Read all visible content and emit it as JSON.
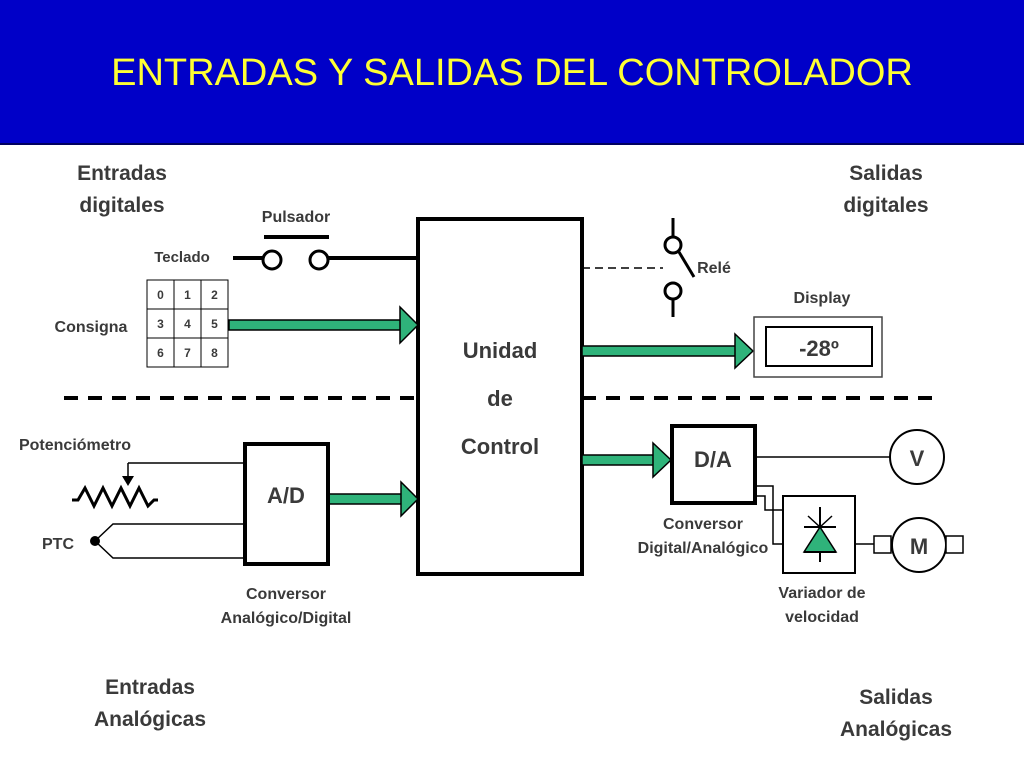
{
  "title": "ENTRADAS Y SALIDAS DEL CONTROLADOR",
  "colors": {
    "header": "#0000c8",
    "title": "#ffff33",
    "arrow": "#2fb37a",
    "triac": "#2fb37a"
  },
  "sections": {
    "digital_inputs": [
      "Entradas",
      "digitales"
    ],
    "digital_outputs": [
      "Salidas",
      "digitales"
    ],
    "analog_inputs": [
      "Entradas",
      "Analógicas"
    ],
    "analog_outputs": [
      "Salidas",
      "Analógicas"
    ]
  },
  "labels": {
    "pulsador": "Pulsador",
    "teclado": "Teclado",
    "consigna": "Consigna",
    "potenciometro": "Potenciómetro",
    "ptc": "PTC",
    "rele": "Relé",
    "display": "Display",
    "display_value": "-28º",
    "control_unit": [
      "Unidad",
      "de",
      "Control"
    ],
    "ad": "A/D",
    "ad_caption": [
      "Conversor",
      "Analógico/Digital"
    ],
    "da": "D/A",
    "da_caption": [
      "Conversor",
      "Digital/Analógico"
    ],
    "voltmeter": "V",
    "motor": "M",
    "variador": [
      "Variador de",
      "velocidad"
    ]
  },
  "keypad": [
    "0",
    "1",
    "2",
    "3",
    "4",
    "5",
    "6",
    "7",
    "8"
  ]
}
